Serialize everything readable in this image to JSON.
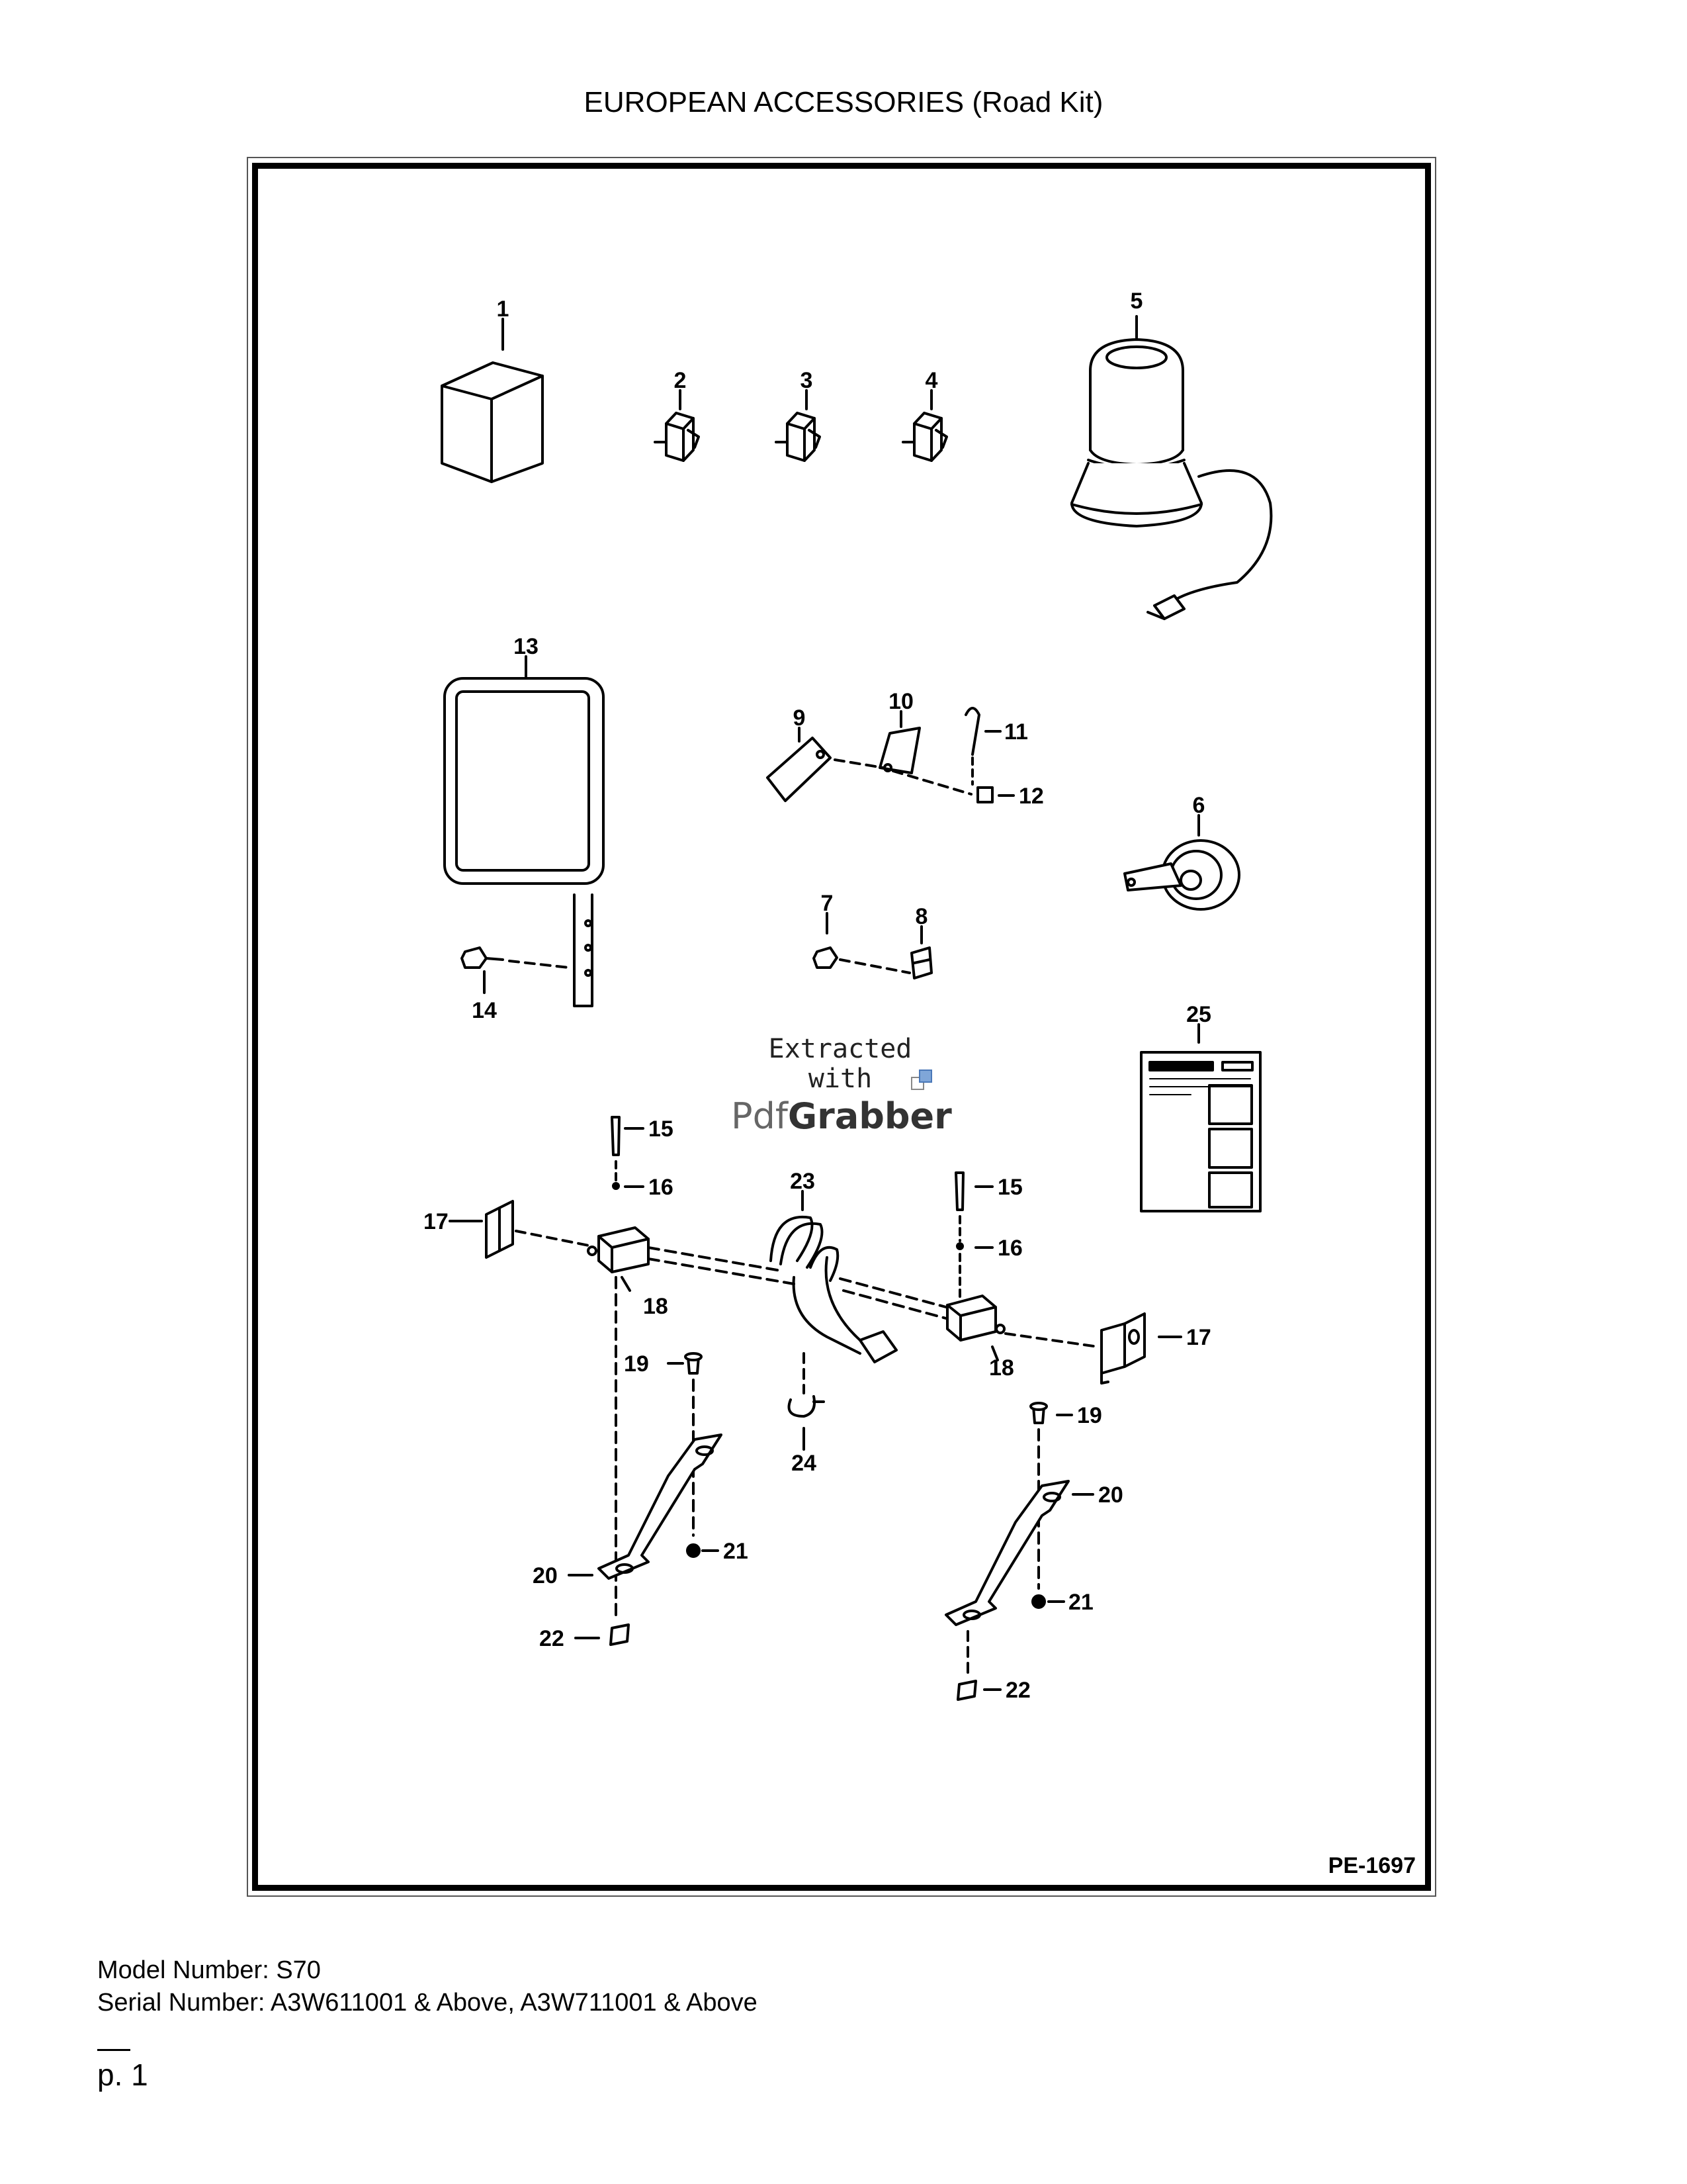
{
  "page": {
    "title": "EUROPEAN ACCESSORIES (Road Kit)",
    "model_number": "Model Number: S70",
    "serial_number": "Serial Number: A3W611001 & Above, A3W711001 & Above",
    "page_number": "p. 1"
  },
  "diagram": {
    "figure_code": "PE-1697",
    "callouts": {
      "c1": "1",
      "c2": "2",
      "c3": "3",
      "c4": "4",
      "c5": "5",
      "c6": "6",
      "c7": "7",
      "c8": "8",
      "c9": "9",
      "c10": "10",
      "c11": "11",
      "c12": "12",
      "c13": "13",
      "c14": "14",
      "c15a": "15",
      "c15b": "15",
      "c16a": "16",
      "c16b": "16",
      "c17a": "17",
      "c17b": "17",
      "c18a": "18",
      "c18b": "18",
      "c19a": "19",
      "c19b": "19",
      "c20a": "20",
      "c20b": "20",
      "c21a": "21",
      "c21b": "21",
      "c22a": "22",
      "c22b": "22",
      "c23": "23",
      "c24": "24",
      "c25": "25"
    },
    "watermark": {
      "line1": "Extracted",
      "line2": "with",
      "brand_a": "Pdf",
      "brand_b": "Grabber"
    }
  }
}
